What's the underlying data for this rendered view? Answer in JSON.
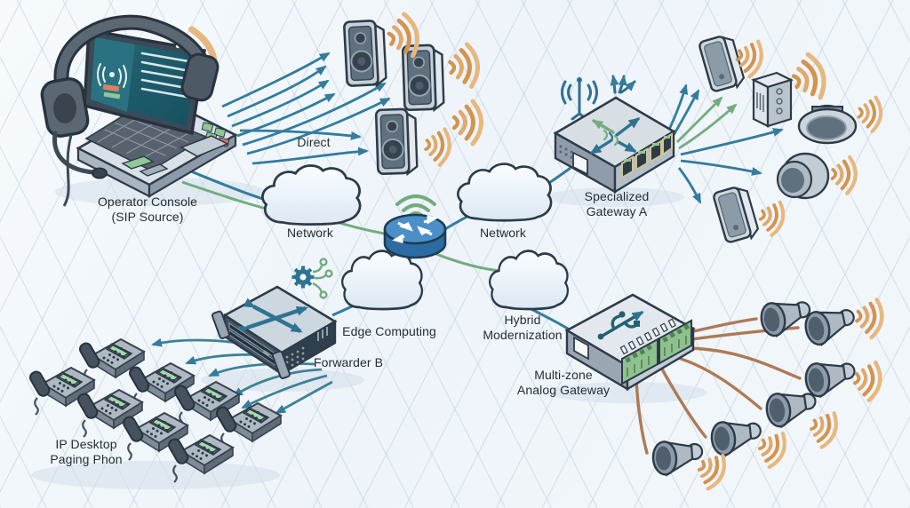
{
  "diagram": {
    "type": "ip-paging-network-architecture",
    "labels": {
      "operator_console": "Operator Console\n(SIP Source)",
      "direct": "Direct",
      "network_left": "Network",
      "network_right": "Network",
      "specialized_gateway": "Specialized\nGateway A",
      "edge_computing": "Edge Computing",
      "forwarder_b": "Forwarder B",
      "hybrid_modernization": "Hybrid\nModernization",
      "multizone_gateway": "Multi-zone\nAnalog Gateway",
      "ip_phones": "IP Desktop\nPaging Phon"
    },
    "colors": {
      "link_teal": "#337c9d",
      "link_green": "#74ab80",
      "audio_wave_orange": "#dd9f5c",
      "analog_wire_brown": "#ad7a55",
      "router_blue": "#4a8fc7",
      "outline_dark": "#2d3b49",
      "phone_screen_green": "#a5d8ad"
    },
    "counts": {
      "direct_speakers": 3,
      "gateway_a_endpoints": 5,
      "desk_phones": 8,
      "horn_speakers": 6,
      "network_clouds": 4
    }
  }
}
